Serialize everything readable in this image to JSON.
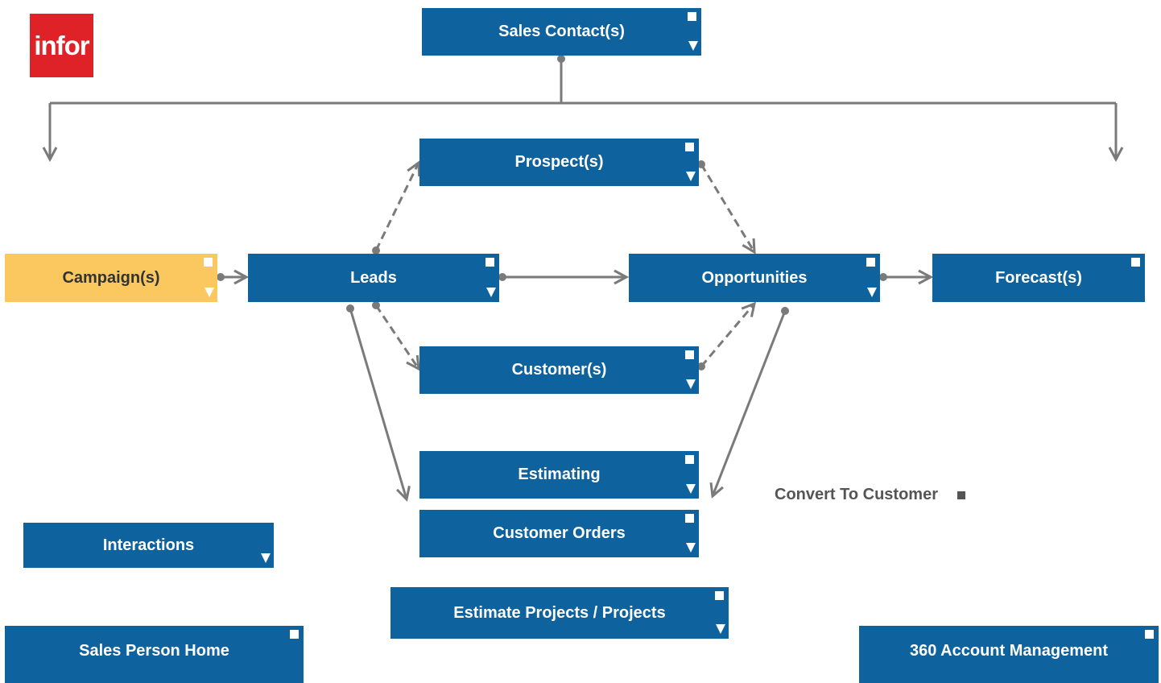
{
  "brand": {
    "logo_text": "infor",
    "logo_color": "#de2228"
  },
  "colors": {
    "node": "#0e629e",
    "campaign": "#fac85f",
    "connector": "#7a7a7a"
  },
  "nodes": {
    "sales_contacts": {
      "label": "Sales Contact(s)"
    },
    "prospects": {
      "label": "Prospect(s)"
    },
    "campaigns": {
      "label": "Campaign(s)"
    },
    "leads": {
      "label": "Leads"
    },
    "opportunities": {
      "label": "Opportunities"
    },
    "forecasts": {
      "label": "Forecast(s)"
    },
    "customers": {
      "label": "Customer(s)"
    },
    "estimating": {
      "label": "Estimating"
    },
    "customer_orders": {
      "label": "Customer Orders"
    },
    "interactions": {
      "label": "Interactions"
    },
    "estimate_projects": {
      "label": "Estimate Projects / Projects"
    },
    "sales_person_home": {
      "label": "Sales Person Home"
    },
    "account_management": {
      "label": "360 Account Management"
    }
  },
  "convert_to_customer": {
    "label": "Convert To Customer"
  }
}
